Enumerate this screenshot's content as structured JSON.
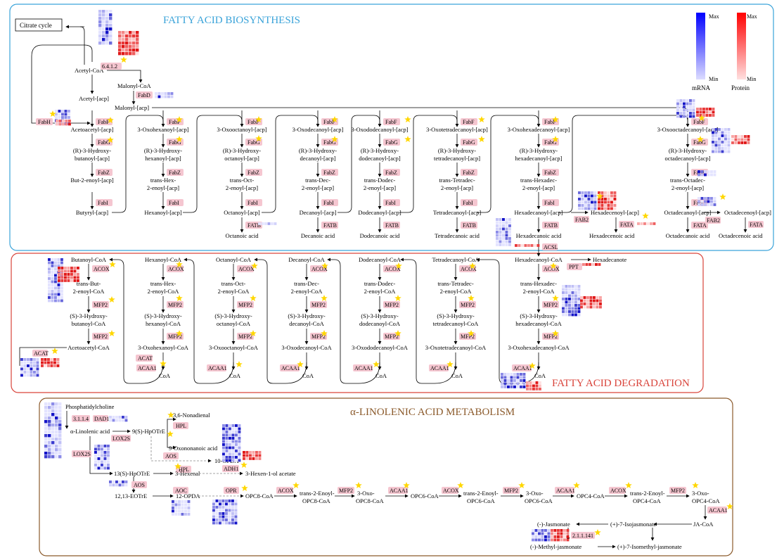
{
  "titles": {
    "biosynthesis": "FATTY ACID BIOSYNTHESIS",
    "degradation": "FATTY ACID DEGRADATION",
    "linolenic": "α-LINOLENIC ACID METABOLISM"
  },
  "legend": {
    "max": "Max",
    "min": "Min",
    "mrna": "mRNA",
    "protein": "Protein"
  },
  "colors": {
    "biosynthesis_border": "#3aa3d9",
    "degradation_border": "#d9433a",
    "linolenic_border": "#8b5a2b",
    "enzyme_fill": "#f5c6d0",
    "mrna_max": "#0000ff",
    "protein_max": "#ff0000",
    "star": "#ffd700"
  },
  "biosynthesis": {
    "citrate_cycle": "Citrate cycle",
    "acetyl_coa": "Acetyl-CoA",
    "malonyl_coa": "Malonyl-CoA",
    "acetyl_acp": "Acetyl-[acp]",
    "malonyl_acp": "Malonyl-[acp]",
    "enz_6412": "6.4.1.2",
    "fabd": "FabD",
    "fabh": "FabH",
    "fab2": "FAB2",
    "fata": "FATA",
    "acsl": "ACSL",
    "hexadecenoyl_acp": "Hexadecenoyl-[acp]",
    "hexadecenoic_acid": "Hexadecenoic acid",
    "octadecenoyl_acp": "Octadecenoyl-[acp]",
    "columns": [
      {
        "keto": "Acetoacetyl-[acp]",
        "hyd1": "(R)-3-Hydroxy-",
        "hyd2": "butanoyl-[acp]",
        "enoyl1": "But-2-enoyl-[acp]",
        "enoyl2": "",
        "acyl": "Butyryl-[acp]",
        "acid": ""
      },
      {
        "keto": "3-Oxohexanoyl-[acp]",
        "hyd1": "(R)-3-Hydroxy-",
        "hyd2": "hexanoyl-[acp]",
        "enoyl1": "trans-Hex-",
        "enoyl2": "2-enoyl-[acp]",
        "acyl": "Hexanoyl-[acp]",
        "acid": ""
      },
      {
        "keto": "3-Oxooctanoyl-[acp]",
        "hyd1": "(R)-3-Hydroxy-",
        "hyd2": "octanoyl-[acp]",
        "enoyl1": "trans-Oct-",
        "enoyl2": "2-enoyl-[acp]",
        "acyl": "Octanoyl-[acp]",
        "acid": "Octanoic acid"
      },
      {
        "keto": "3-Oxodecanoyl-[acp]",
        "hyd1": "(R)-3-Hydroxy-",
        "hyd2": "decanoyl-[acp]",
        "enoyl1": "trans-Dec-",
        "enoyl2": "2-enoyl-[acp]",
        "acyl": "Decanoyl-[acp]",
        "acid": "Decanoic acid"
      },
      {
        "keto": "3-Oxododecanoyl-[acp]",
        "hyd1": "(R)-3-Hydroxy-",
        "hyd2": "dodecanoyl-[acp]",
        "enoyl1": "trans-Dodec-",
        "enoyl2": "2-enoyl-[acp]",
        "acyl": "Dodecanoyl-[acp]",
        "acid": "Dodecanoic acid"
      },
      {
        "keto": "3-Oxotetradecanoyl-[acp]",
        "hyd1": "(R)-3-Hydroxy-",
        "hyd2": "tetradecanoyl-[acp]",
        "enoyl1": "trans-Tetradec-",
        "enoyl2": "2-enoyl-[acp]",
        "acyl": "Tetradecanoyl-[acp]",
        "acid": "Tetradecanoic acid"
      },
      {
        "keto": "3-Oxohexadecanoyl-[acp]",
        "hyd1": "(R)-3-Hydroxy-",
        "hyd2": "hexadecanoyl-[acp]",
        "enoyl1": "trans-Hexadec-",
        "enoyl2": "2-enoyl-[acp]",
        "acyl": "Hexadecanoyl-[acp]",
        "acid": "Hexadecanoic acid"
      },
      {
        "keto": "3-Oxooctadecanoyl-[acp]",
        "hyd1": "(R)-3-Hydroxy-",
        "hyd2": "octadecanoyl-[acp]",
        "enoyl1": "trans-Octadec-",
        "enoyl2": "2-enoyl-[acp]",
        "acyl": "Octadecanoyl-[acp]",
        "acid": "Octadecanoic acid"
      }
    ],
    "enzymes": {
      "f": "FabF",
      "g": "FabG",
      "z": "FabZ",
      "i": "FabI",
      "atb": "FATB",
      "ata": "FATA"
    },
    "octadecenoyl_acp2": "Octadecenoyl-[acp]",
    "octadecenoic_acid": "Octadecenoic acid"
  },
  "degradation": {
    "columns": [
      {
        "acyl": "Butanoyl-CoA",
        "en1": "trans-But-",
        "en2": "2-enoyl-CoA",
        "hy1": "(S)-3-Hydroxy-",
        "hy2": "butanoyl-CoA",
        "keto": "Acetoacetyl-CoA"
      },
      {
        "acyl": "Hexanoyl-CoA",
        "en1": "trans-Hex-",
        "en2": "2-enoyl-CoA",
        "hy1": "(S)-3-Hydroxy-",
        "hy2": "hexanoyl-CoA",
        "keto": "3-Oxohexanoyl-CoA"
      },
      {
        "acyl": "Octanoyl-CoA",
        "en1": "trans-Oct-",
        "en2": "2-enoyl-CoA",
        "hy1": "(S)-3-Hydroxy-",
        "hy2": "octanoyl-CoA",
        "keto": "3-Oxooctanoyl-CoA"
      },
      {
        "acyl": "Decanoyl-CoA",
        "en1": "trans-Dec-",
        "en2": "2-enoyl-CoA",
        "hy1": "(S)-3-Hydroxy-",
        "hy2": "decanoyl-CoA",
        "keto": "3-Oxodecanoyl-CoA"
      },
      {
        "acyl": "Dodecanoyl-CoA",
        "en1": "trans-Dodec-",
        "en2": "2-enoyl-CoA",
        "hy1": "(S)-3-Hydroxy-",
        "hy2": "dodecanoyl-CoA",
        "keto": "3-Oxododecanoyl-CoA"
      },
      {
        "acyl": "Tetradecanoyl-CoA",
        "en1": "trans-Tetradec-",
        "en2": "2-enoyl-CoA",
        "hy1": "(S)-3-Hydroxy-",
        "hy2": "tetradecanoyl-CoA",
        "keto": "3-Oxotetradecanoyl-CoA"
      },
      {
        "acyl": "Hexadecanoyl-CoA",
        "en1": "trans-Hexadec-",
        "en2": "2-enoyl-CoA",
        "hy1": "(S)-3-Hydroxy-",
        "hy2": "hexadecanoyl-CoA",
        "keto": "3-Oxohexadecanoyl-CoA"
      }
    ],
    "acox": "ACOX",
    "mfp2": "MFP2",
    "acaa1": "ACAA1",
    "acat": "ACAT",
    "coa": "CoA",
    "ppt": "PPT",
    "hexadecanote": "Hexadecanote"
  },
  "linolenic": {
    "phosphatidylcholine": "Phosphatidylcholine",
    "enz_3114": "3.1.1.4",
    "dad1": "DAD1",
    "linolenic_acid": "α-Linolenic acid",
    "lox2s": "LOX2S",
    "hpotre9": "9(S)-HpOTrE",
    "nonadienal": "3,6-Nonadienal",
    "hpl": "HPL",
    "oxononanoic": "9-Oxononanoic acid",
    "aos": "AOS",
    "opda10": "10-OPDA",
    "hpotre13": "13(S)-HpOTrE",
    "hexenal": "3-Hexenal",
    "adh1": "ADH1",
    "hexenol_acetate": "3-Hexen-1-ol acetate",
    "eotre": "12,13-EOTrE",
    "aoc": "AOC",
    "opda12": "12-OPDA",
    "opr": "OPR",
    "opc8": "OPC8-CoA",
    "acox": "ACOX",
    "mfp2": "MFP2",
    "acaa1": "ACAA1",
    "t2_1": "trans-2-Enoyl-",
    "t2_1b": "OPC8-CoA",
    "oxo1": "3-Oxo-",
    "oxo1b": "OPC8-CoA",
    "opc6": "OPC6-CoA",
    "t2_2": "trans-2-Enoyl-",
    "t2_2b": "OPC6-CoA",
    "oxo2": "3-Oxo-",
    "oxo2b": "OPC6-CoA",
    "opc4": "OPC4-CoA",
    "t2_3": "trans-2-Enoyl-",
    "t2_3b": "OPC4-CoA",
    "oxo3": "3-Oxo-",
    "oxo3b": "OPC4-CoA",
    "ja_coa": "JA-CoA",
    "jasmonate": "(-)-Jasmonate",
    "iso_jasmonate": "(+)-7-Isojasmonate",
    "enz_21141": "2.1.1.141",
    "methyl_jasmonate": "(-)-Methyl-jasmonate",
    "isomethyl": "(+)-7-Isomethyl-jasmonate"
  }
}
